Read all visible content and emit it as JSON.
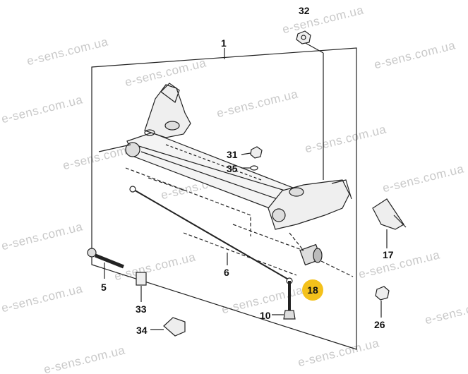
{
  "watermark": "e-sens.com.ua",
  "highlight_color": "#f4c11b",
  "callouts": {
    "c1": "1",
    "c32": "32",
    "c31": "31",
    "c35": "35",
    "c5": "5",
    "c6": "6",
    "c33": "33",
    "c34": "34",
    "c10": "10",
    "c17": "17",
    "c26": "26",
    "c18": "18"
  }
}
